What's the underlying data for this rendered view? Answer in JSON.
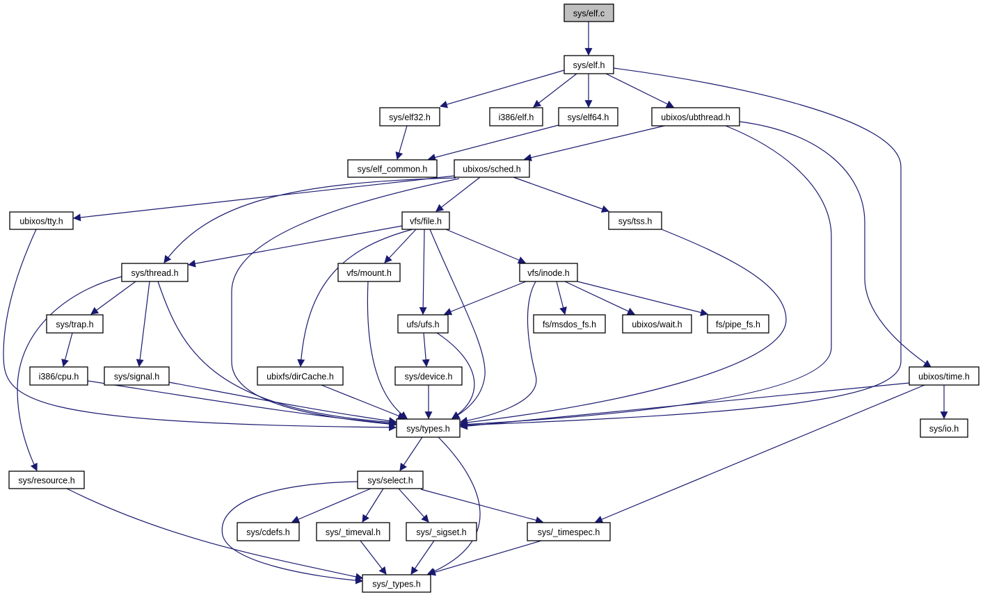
{
  "graph": {
    "edge_color": "#191970",
    "root_fill": "#bfbfbf",
    "nodes": [
      {
        "id": "elf_c",
        "label": "sys/elf.c",
        "root": true
      },
      {
        "id": "elf_h",
        "label": "sys/elf.h"
      },
      {
        "id": "elf32",
        "label": "sys/elf32.h"
      },
      {
        "id": "i386elf",
        "label": "i386/elf.h"
      },
      {
        "id": "elf64",
        "label": "sys/elf64.h"
      },
      {
        "id": "ubthread",
        "label": "ubixos/ubthread.h"
      },
      {
        "id": "elf_common",
        "label": "sys/elf_common.h"
      },
      {
        "id": "sched",
        "label": "ubixos/sched.h"
      },
      {
        "id": "tty",
        "label": "ubixos/tty.h"
      },
      {
        "id": "file",
        "label": "vfs/file.h"
      },
      {
        "id": "tss",
        "label": "sys/tss.h"
      },
      {
        "id": "thread",
        "label": "sys/thread.h"
      },
      {
        "id": "mount",
        "label": "vfs/mount.h"
      },
      {
        "id": "inode",
        "label": "vfs/inode.h"
      },
      {
        "id": "trap",
        "label": "sys/trap.h"
      },
      {
        "id": "ufs",
        "label": "ufs/ufs.h"
      },
      {
        "id": "msdos",
        "label": "fs/msdos_fs.h"
      },
      {
        "id": "wait",
        "label": "ubixos/wait.h"
      },
      {
        "id": "pipe",
        "label": "fs/pipe_fs.h"
      },
      {
        "id": "cpu",
        "label": "i386/cpu.h"
      },
      {
        "id": "signal",
        "label": "sys/signal.h"
      },
      {
        "id": "dircache",
        "label": "ubixfs/dirCache.h"
      },
      {
        "id": "device",
        "label": "sys/device.h"
      },
      {
        "id": "time",
        "label": "ubixos/time.h"
      },
      {
        "id": "types",
        "label": "sys/types.h"
      },
      {
        "id": "io",
        "label": "sys/io.h"
      },
      {
        "id": "resource",
        "label": "sys/resource.h"
      },
      {
        "id": "select",
        "label": "sys/select.h"
      },
      {
        "id": "cdefs",
        "label": "sys/cdefs.h"
      },
      {
        "id": "timeval",
        "label": "sys/_timeval.h"
      },
      {
        "id": "sigset",
        "label": "sys/_sigset.h"
      },
      {
        "id": "timespec",
        "label": "sys/_timespec.h"
      },
      {
        "id": "_types",
        "label": "sys/_types.h"
      }
    ],
    "edges": [
      [
        "elf_c",
        "elf_h"
      ],
      [
        "elf_h",
        "elf32"
      ],
      [
        "elf_h",
        "i386elf"
      ],
      [
        "elf_h",
        "elf64"
      ],
      [
        "elf_h",
        "ubthread"
      ],
      [
        "elf_h",
        "types"
      ],
      [
        "elf32",
        "elf_common"
      ],
      [
        "elf64",
        "elf_common"
      ],
      [
        "ubthread",
        "sched"
      ],
      [
        "ubthread",
        "types"
      ],
      [
        "ubthread",
        "time"
      ],
      [
        "sched",
        "tty"
      ],
      [
        "sched",
        "thread"
      ],
      [
        "sched",
        "types"
      ],
      [
        "sched",
        "file"
      ],
      [
        "sched",
        "tss"
      ],
      [
        "tty",
        "types"
      ],
      [
        "file",
        "thread"
      ],
      [
        "file",
        "dircache"
      ],
      [
        "file",
        "mount"
      ],
      [
        "file",
        "ufs"
      ],
      [
        "file",
        "types"
      ],
      [
        "file",
        "inode"
      ],
      [
        "tss",
        "types"
      ],
      [
        "thread",
        "resource"
      ],
      [
        "thread",
        "trap"
      ],
      [
        "thread",
        "signal"
      ],
      [
        "thread",
        "types"
      ],
      [
        "mount",
        "types"
      ],
      [
        "inode",
        "ufs"
      ],
      [
        "inode",
        "types"
      ],
      [
        "inode",
        "msdos"
      ],
      [
        "inode",
        "wait"
      ],
      [
        "inode",
        "pipe"
      ],
      [
        "trap",
        "cpu"
      ],
      [
        "ufs",
        "device"
      ],
      [
        "ufs",
        "types"
      ],
      [
        "cpu",
        "types"
      ],
      [
        "signal",
        "types"
      ],
      [
        "dircache",
        "types"
      ],
      [
        "device",
        "types"
      ],
      [
        "time",
        "types"
      ],
      [
        "time",
        "io"
      ],
      [
        "time",
        "timespec"
      ],
      [
        "types",
        "select"
      ],
      [
        "types",
        "_types"
      ],
      [
        "resource",
        "_types"
      ],
      [
        "select",
        "cdefs"
      ],
      [
        "select",
        "timeval"
      ],
      [
        "select",
        "sigset"
      ],
      [
        "select",
        "timespec"
      ],
      [
        "select",
        "_types"
      ],
      [
        "timeval",
        "_types"
      ],
      [
        "sigset",
        "_types"
      ],
      [
        "timespec",
        "_types"
      ]
    ]
  }
}
